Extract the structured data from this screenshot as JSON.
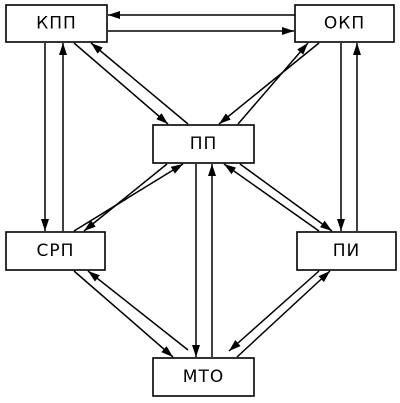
{
  "nodes": {
    "kpp": {
      "label": "КПП"
    },
    "okp": {
      "label": "ОКП"
    },
    "pp": {
      "label": "ПП"
    },
    "srp": {
      "label": "СРП"
    },
    "pi": {
      "label": "ПИ"
    },
    "mto": {
      "label": "МТО"
    }
  },
  "edges": [
    {
      "from": "okp",
      "to": "kpp"
    },
    {
      "from": "kpp",
      "to": "okp"
    },
    {
      "from": "kpp",
      "to": "srp"
    },
    {
      "from": "srp",
      "to": "kpp"
    },
    {
      "from": "okp",
      "to": "pi"
    },
    {
      "from": "pi",
      "to": "okp"
    },
    {
      "from": "kpp",
      "to": "pp"
    },
    {
      "from": "pp",
      "to": "kpp"
    },
    {
      "from": "okp",
      "to": "pp"
    },
    {
      "from": "pp",
      "to": "okp"
    },
    {
      "from": "srp",
      "to": "pp"
    },
    {
      "from": "pp",
      "to": "srp"
    },
    {
      "from": "pi",
      "to": "pp"
    },
    {
      "from": "pp",
      "to": "pi"
    },
    {
      "from": "pp",
      "to": "mto"
    },
    {
      "from": "mto",
      "to": "pp"
    },
    {
      "from": "srp",
      "to": "mto"
    },
    {
      "from": "mto",
      "to": "srp"
    },
    {
      "from": "pi",
      "to": "mto"
    },
    {
      "from": "mto",
      "to": "pi"
    }
  ],
  "colors": {
    "stroke": "#000000",
    "background": "#ffffff"
  }
}
